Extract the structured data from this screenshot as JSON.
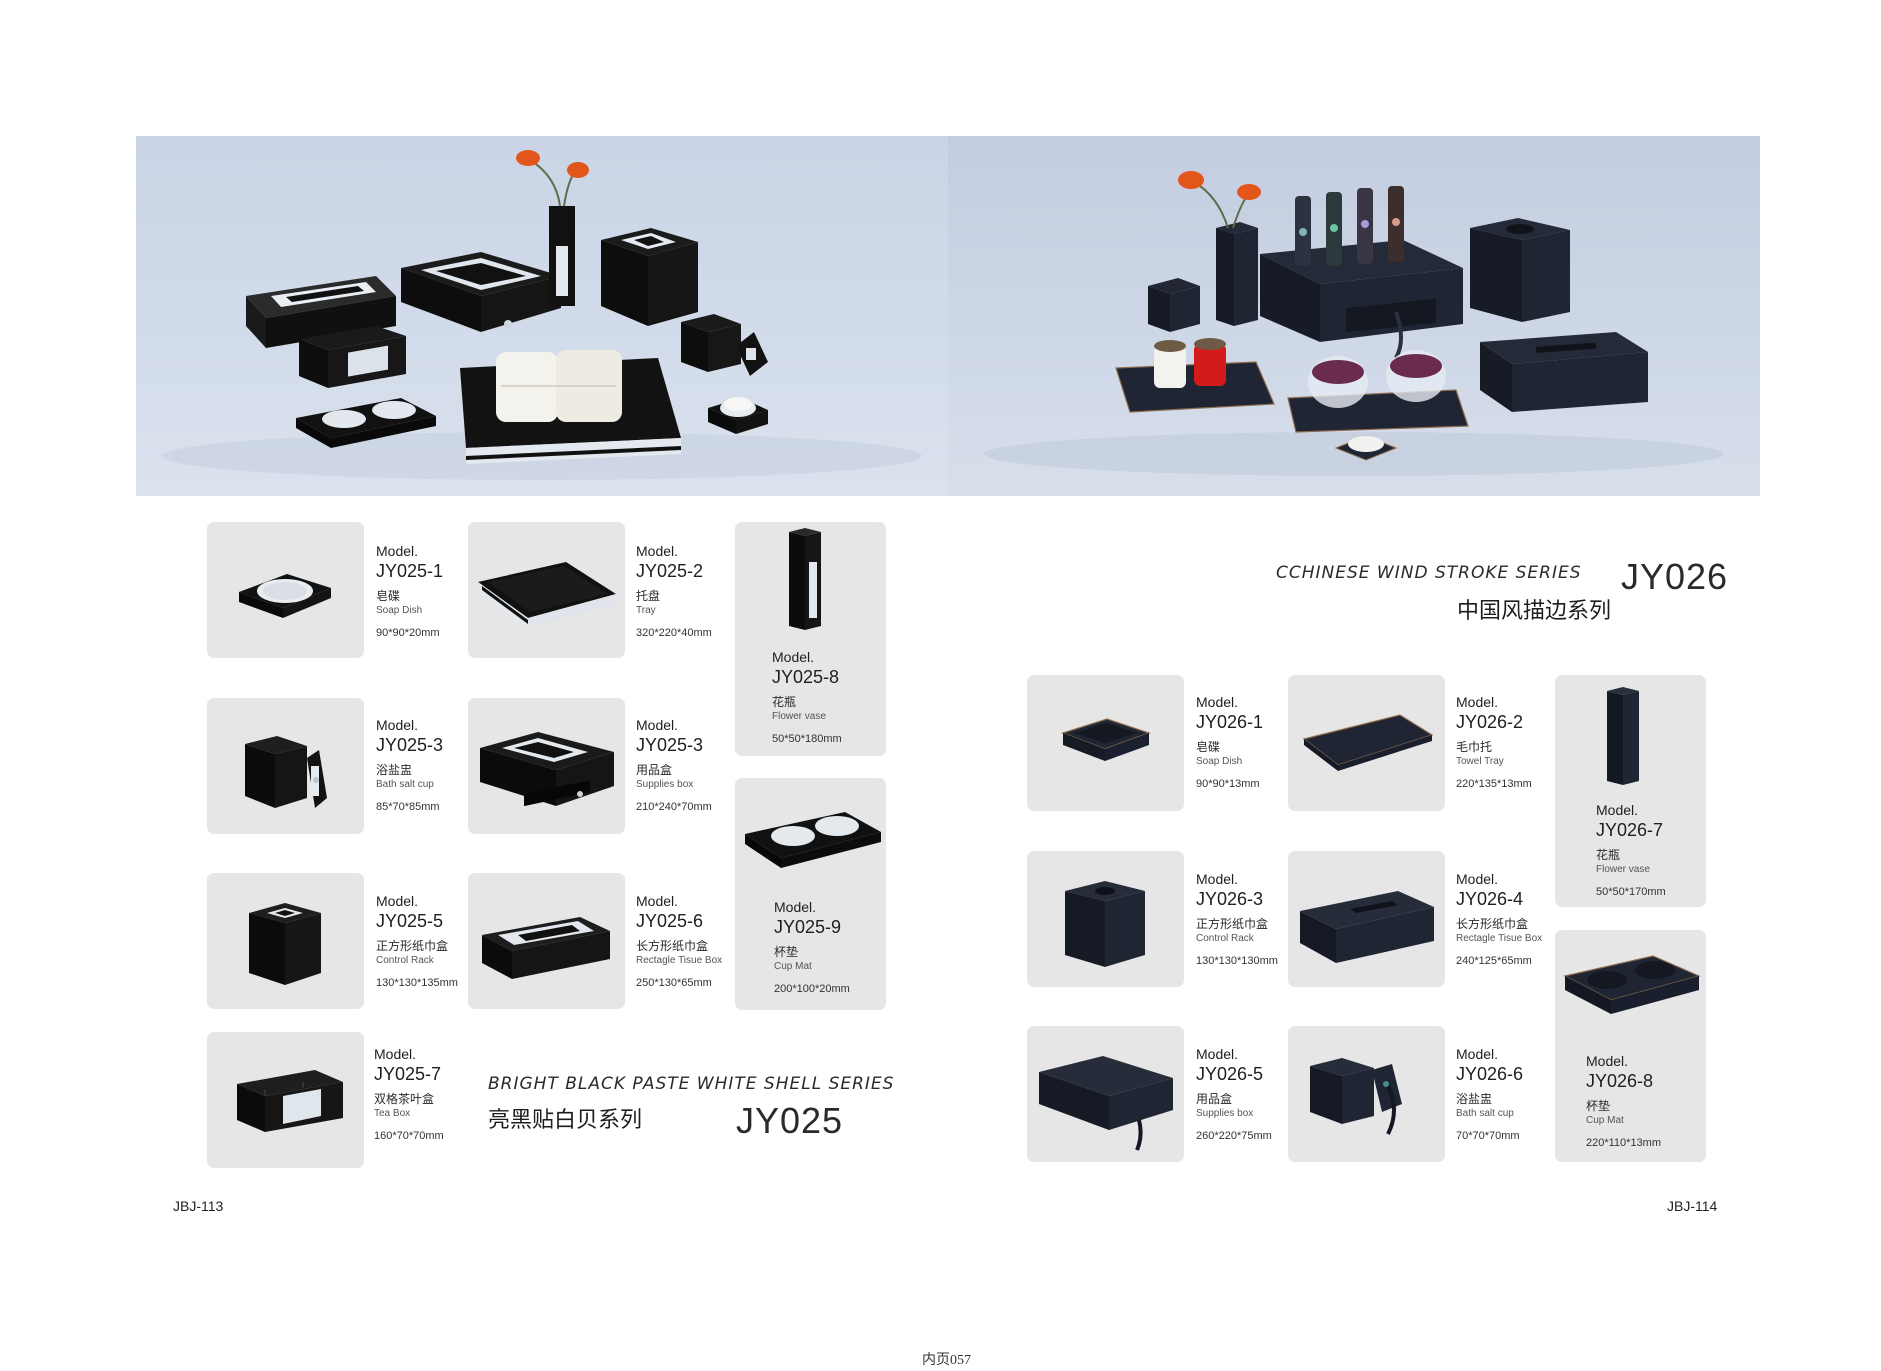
{
  "left_page": {
    "series_en": "BRIGHT BLACK PASTE WHITE SHELL SERIES",
    "series_cn": "亮黑贴白贝系列",
    "series_code": "JY025",
    "page_number": "JBJ-113",
    "products": [
      {
        "model_label": "Model.",
        "code": "JY025-1",
        "name_cn": "皂碟",
        "name_en": "Soap Dish",
        "size": "90*90*20mm"
      },
      {
        "model_label": "Model.",
        "code": "JY025-2",
        "name_cn": "托盘",
        "name_en": "Tray",
        "size": "320*220*40mm"
      },
      {
        "model_label": "Model.",
        "code": "JY025-8",
        "name_cn": "花瓶",
        "name_en": "Flower vase",
        "size": "50*50*180mm"
      },
      {
        "model_label": "Model.",
        "code": "JY025-3",
        "name_cn": "浴盐盅",
        "name_en": "Bath salt cup",
        "size": "85*70*85mm"
      },
      {
        "model_label": "Model.",
        "code": "JY025-3",
        "name_cn": "用品盒",
        "name_en": "Supplies box",
        "size": "210*240*70mm"
      },
      {
        "model_label": "Model.",
        "code": "JY025-9",
        "name_cn": "杯垫",
        "name_en": "Cup Mat",
        "size": "200*100*20mm"
      },
      {
        "model_label": "Model.",
        "code": "JY025-5",
        "name_cn": "正方形纸巾盒",
        "name_en": "Control Rack",
        "size": "130*130*135mm"
      },
      {
        "model_label": "Model.",
        "code": "JY025-6",
        "name_cn": "长方形纸巾盒",
        "name_en": "Rectagle Tisue Box",
        "size": "250*130*65mm"
      },
      {
        "model_label": "Model.",
        "code": "JY025-7",
        "name_cn": "双格茶叶盒",
        "name_en": "Tea Box",
        "size": "160*70*70mm"
      }
    ]
  },
  "right_page": {
    "series_en": "CCHINESE WIND STROKE SERIES",
    "series_cn": "中国风描边系列",
    "series_code": "JY026",
    "page_number": "JBJ-114",
    "products": [
      {
        "model_label": "Model.",
        "code": "JY026-1",
        "name_cn": "皂碟",
        "name_en": "Soap Dish",
        "size": "90*90*13mm"
      },
      {
        "model_label": "Model.",
        "code": "JY026-2",
        "name_cn": "毛巾托",
        "name_en": "Towel Tray",
        "size": "220*135*13mm"
      },
      {
        "model_label": "Model.",
        "code": "JY026-7",
        "name_cn": "花瓶",
        "name_en": "Flower vase",
        "size": "50*50*170mm"
      },
      {
        "model_label": "Model.",
        "code": "JY026-3",
        "name_cn": "正方形纸巾盒",
        "name_en": "Control Rack",
        "size": "130*130*130mm"
      },
      {
        "model_label": "Model.",
        "code": "JY026-4",
        "name_cn": "长方形纸巾盒",
        "name_en": "Rectagle Tisue Box",
        "size": "240*125*65mm"
      },
      {
        "model_label": "Model.",
        "code": "JY026-8",
        "name_cn": "杯垫",
        "name_en": "Cup Mat",
        "size": "220*110*13mm"
      },
      {
        "model_label": "Model.",
        "code": "JY026-5",
        "name_cn": "用品盒",
        "name_en": "Supplies box",
        "size": "260*220*75mm"
      },
      {
        "model_label": "Model.",
        "code": "JY026-6",
        "name_cn": "浴盐盅",
        "name_en": "Bath salt cup",
        "size": "70*70*70mm"
      }
    ]
  },
  "footer": "内页057",
  "colors": {
    "card_bg": "#e6e6e6",
    "product_black": "#111111",
    "product_navy": "#1f2533",
    "accent_flower": "#e2561c"
  }
}
